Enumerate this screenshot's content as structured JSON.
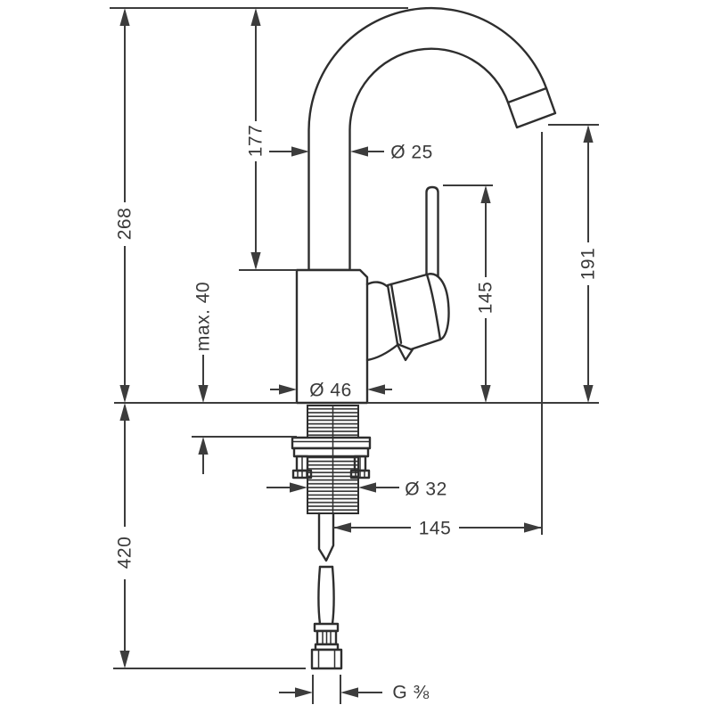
{
  "drawing": {
    "type": "technical-dimension-drawing",
    "subject": "single-lever basin mixer faucet, side elevation with mounting hardware and supply hose",
    "colors": {
      "line": "#2E2E2E",
      "dimension": "#3C3C3C",
      "text": "#3A3A3A",
      "background": "#FFFFFF"
    },
    "dimensions": {
      "overall_height": "268",
      "spout_clearance_height": "177",
      "max_mounting_thickness": "max. 40",
      "spout_tube_diameter": "Ø 25",
      "handle_top_height": "145",
      "outlet_height": "191",
      "body_diameter": "Ø 46",
      "shank_diameter": "Ø 32",
      "hose_drop_length": "420",
      "spout_reach": "145",
      "connection_thread": "G ⅜"
    }
  }
}
